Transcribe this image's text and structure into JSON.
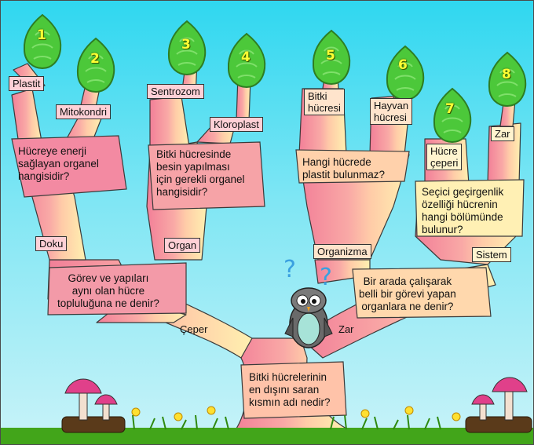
{
  "leaves": [
    {
      "num": "1"
    },
    {
      "num": "2"
    },
    {
      "num": "3"
    },
    {
      "num": "4"
    },
    {
      "num": "5"
    },
    {
      "num": "6"
    },
    {
      "num": "7"
    },
    {
      "num": "8"
    }
  ],
  "answers": {
    "plastit": "Plastit",
    "mitokondri": "Mitokondri",
    "sentrozom": "Sentrozom",
    "kloroplast": "Kloroplast",
    "bitki_hucresi": "Bitki\nhücresi",
    "hayvan_hucresi": "Hayvan\nhücresi",
    "hucre_ceperi": "Hücre\nçeperi",
    "zar_top": "Zar",
    "doku": "Doku",
    "organ": "Organ",
    "organizma": "Organizma",
    "sistem": "Sistem",
    "ceper": "Çeper",
    "zar_bottom": "Zar"
  },
  "questions": {
    "q1": "Hücreye enerji\nsağlayan organel\nhangisidir?",
    "q2": "Bitki hücresinde\nbesin yapılması\niçin gerekli organel\nhangisidir?",
    "q3": "Hangi hücrede\nplastit bulunmaz?",
    "q4": "Seçici geçirgenlik\nözelliği hücrenin\n hangi bölümünde\nbulunur?",
    "q5": "Görev ve yapıları\naynı olan hücre\ntopluluğuna ne denir?",
    "q6": "Bir arada çalışarak\nbelli bir görevi yapan\norganlara ne denir?",
    "q7": "Bitki hücrelerinin\nen dışını saran\nkısmın adı nedir?"
  },
  "colors": {
    "sky": "#2fd7f0",
    "pink": "#f08aa0",
    "peach": "#ffc7a8",
    "cream": "#ffe9a8",
    "leaf": "#4cc83a"
  }
}
